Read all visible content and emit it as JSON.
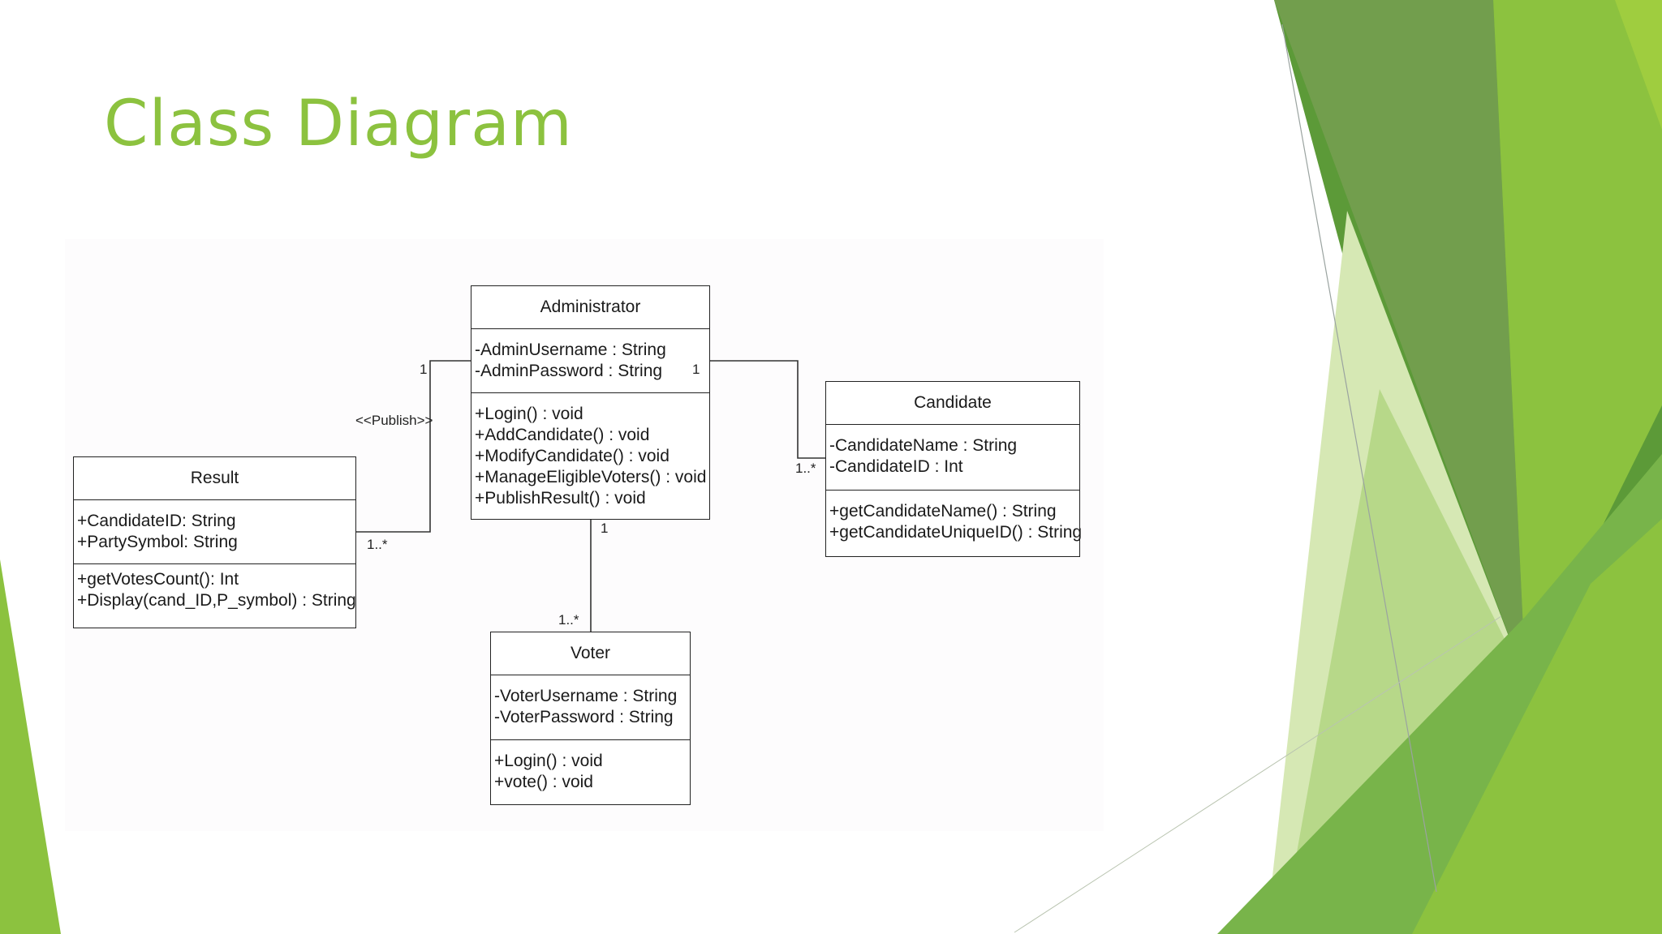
{
  "slide": {
    "title": "Class Diagram",
    "accent_color": "#8cc23f"
  },
  "diagram": {
    "classes": {
      "administrator": {
        "name": "Administrator",
        "attributes": [
          "-AdminUsername : String",
          "-AdminPassword : String"
        ],
        "operations": [
          "+Login() : void",
          "+AddCandidate() : void",
          "+ModifyCandidate() : void",
          "+ManageEligibleVoters() : void",
          "+PublishResult() : void"
        ]
      },
      "candidate": {
        "name": "Candidate",
        "attributes": [
          "-CandidateName : String",
          "-CandidateID : Int"
        ],
        "operations": [
          "+getCandidateName() : String",
          "+getCandidateUniqueID() : String"
        ]
      },
      "result": {
        "name": "Result",
        "attributes": [
          "+CandidateID: String",
          "+PartySymbol: String"
        ],
        "operations": [
          "+getVotesCount(): Int",
          "+Display(cand_ID,P_symbol) : String"
        ]
      },
      "voter": {
        "name": "Voter",
        "attributes": [
          "-VoterUsername : String",
          "-VoterPassword : String"
        ],
        "operations": [
          "+Login() : void",
          "+vote() : void"
        ]
      }
    },
    "relations": {
      "admin_result": {
        "stereotype": "<<Publish>>",
        "admin_end": "1",
        "result_end": "1..*"
      },
      "admin_candidate": {
        "admin_end": "1",
        "candidate_end": "1..*"
      },
      "admin_voter": {
        "admin_end": "1",
        "voter_end": "1..*"
      }
    }
  }
}
